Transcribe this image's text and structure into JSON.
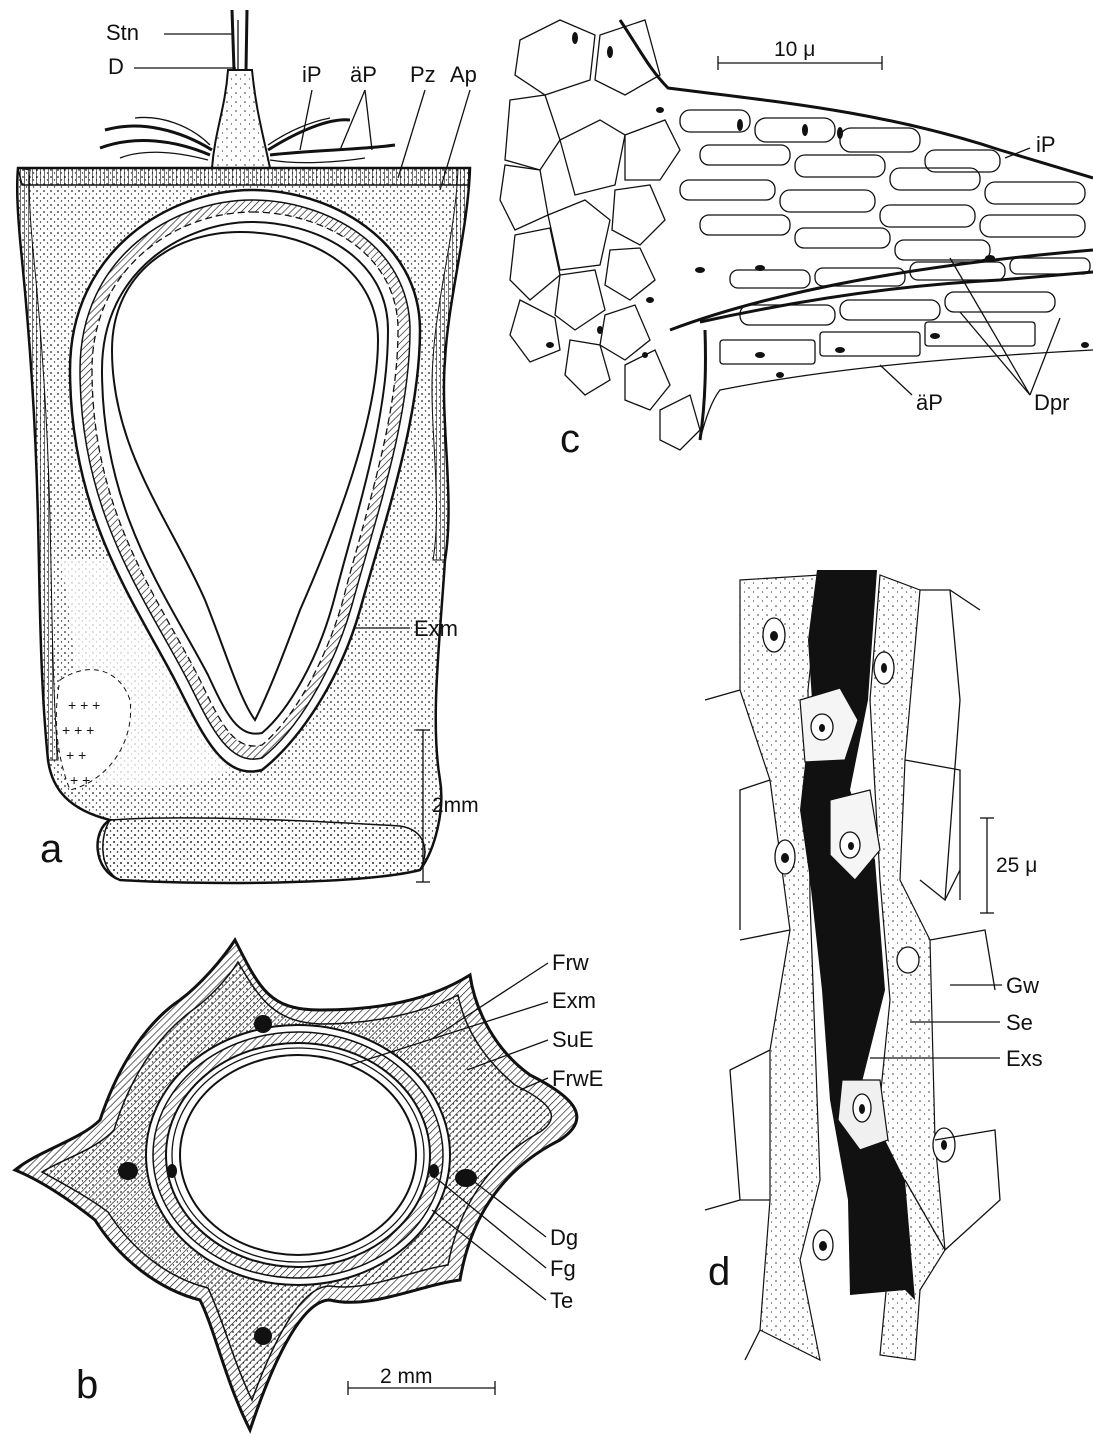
{
  "panels": {
    "a": {
      "letter": "a",
      "labels": {
        "stn": "Stn",
        "d": "D",
        "ip": "iP",
        "ap_uml": "äP",
        "pz": "Pz",
        "ap": "Ap",
        "exm": "Exm"
      },
      "scale": "2mm"
    },
    "b": {
      "letter": "b",
      "labels": {
        "frw": "Frw",
        "exm": "Exm",
        "sue": "SuE",
        "frwe": "FrwE",
        "dg": "Dg",
        "fg": "Fg",
        "te": "Te"
      },
      "scale": "2 mm"
    },
    "c": {
      "letter": "c",
      "labels": {
        "ip": "iP",
        "ap_uml": "äP",
        "dpr": "Dpr"
      },
      "scale": "10 μ"
    },
    "d": {
      "letter": "d",
      "labels": {
        "gw": "Gw",
        "se": "Se",
        "exs": "Exs"
      },
      "scale": "25 μ"
    }
  }
}
